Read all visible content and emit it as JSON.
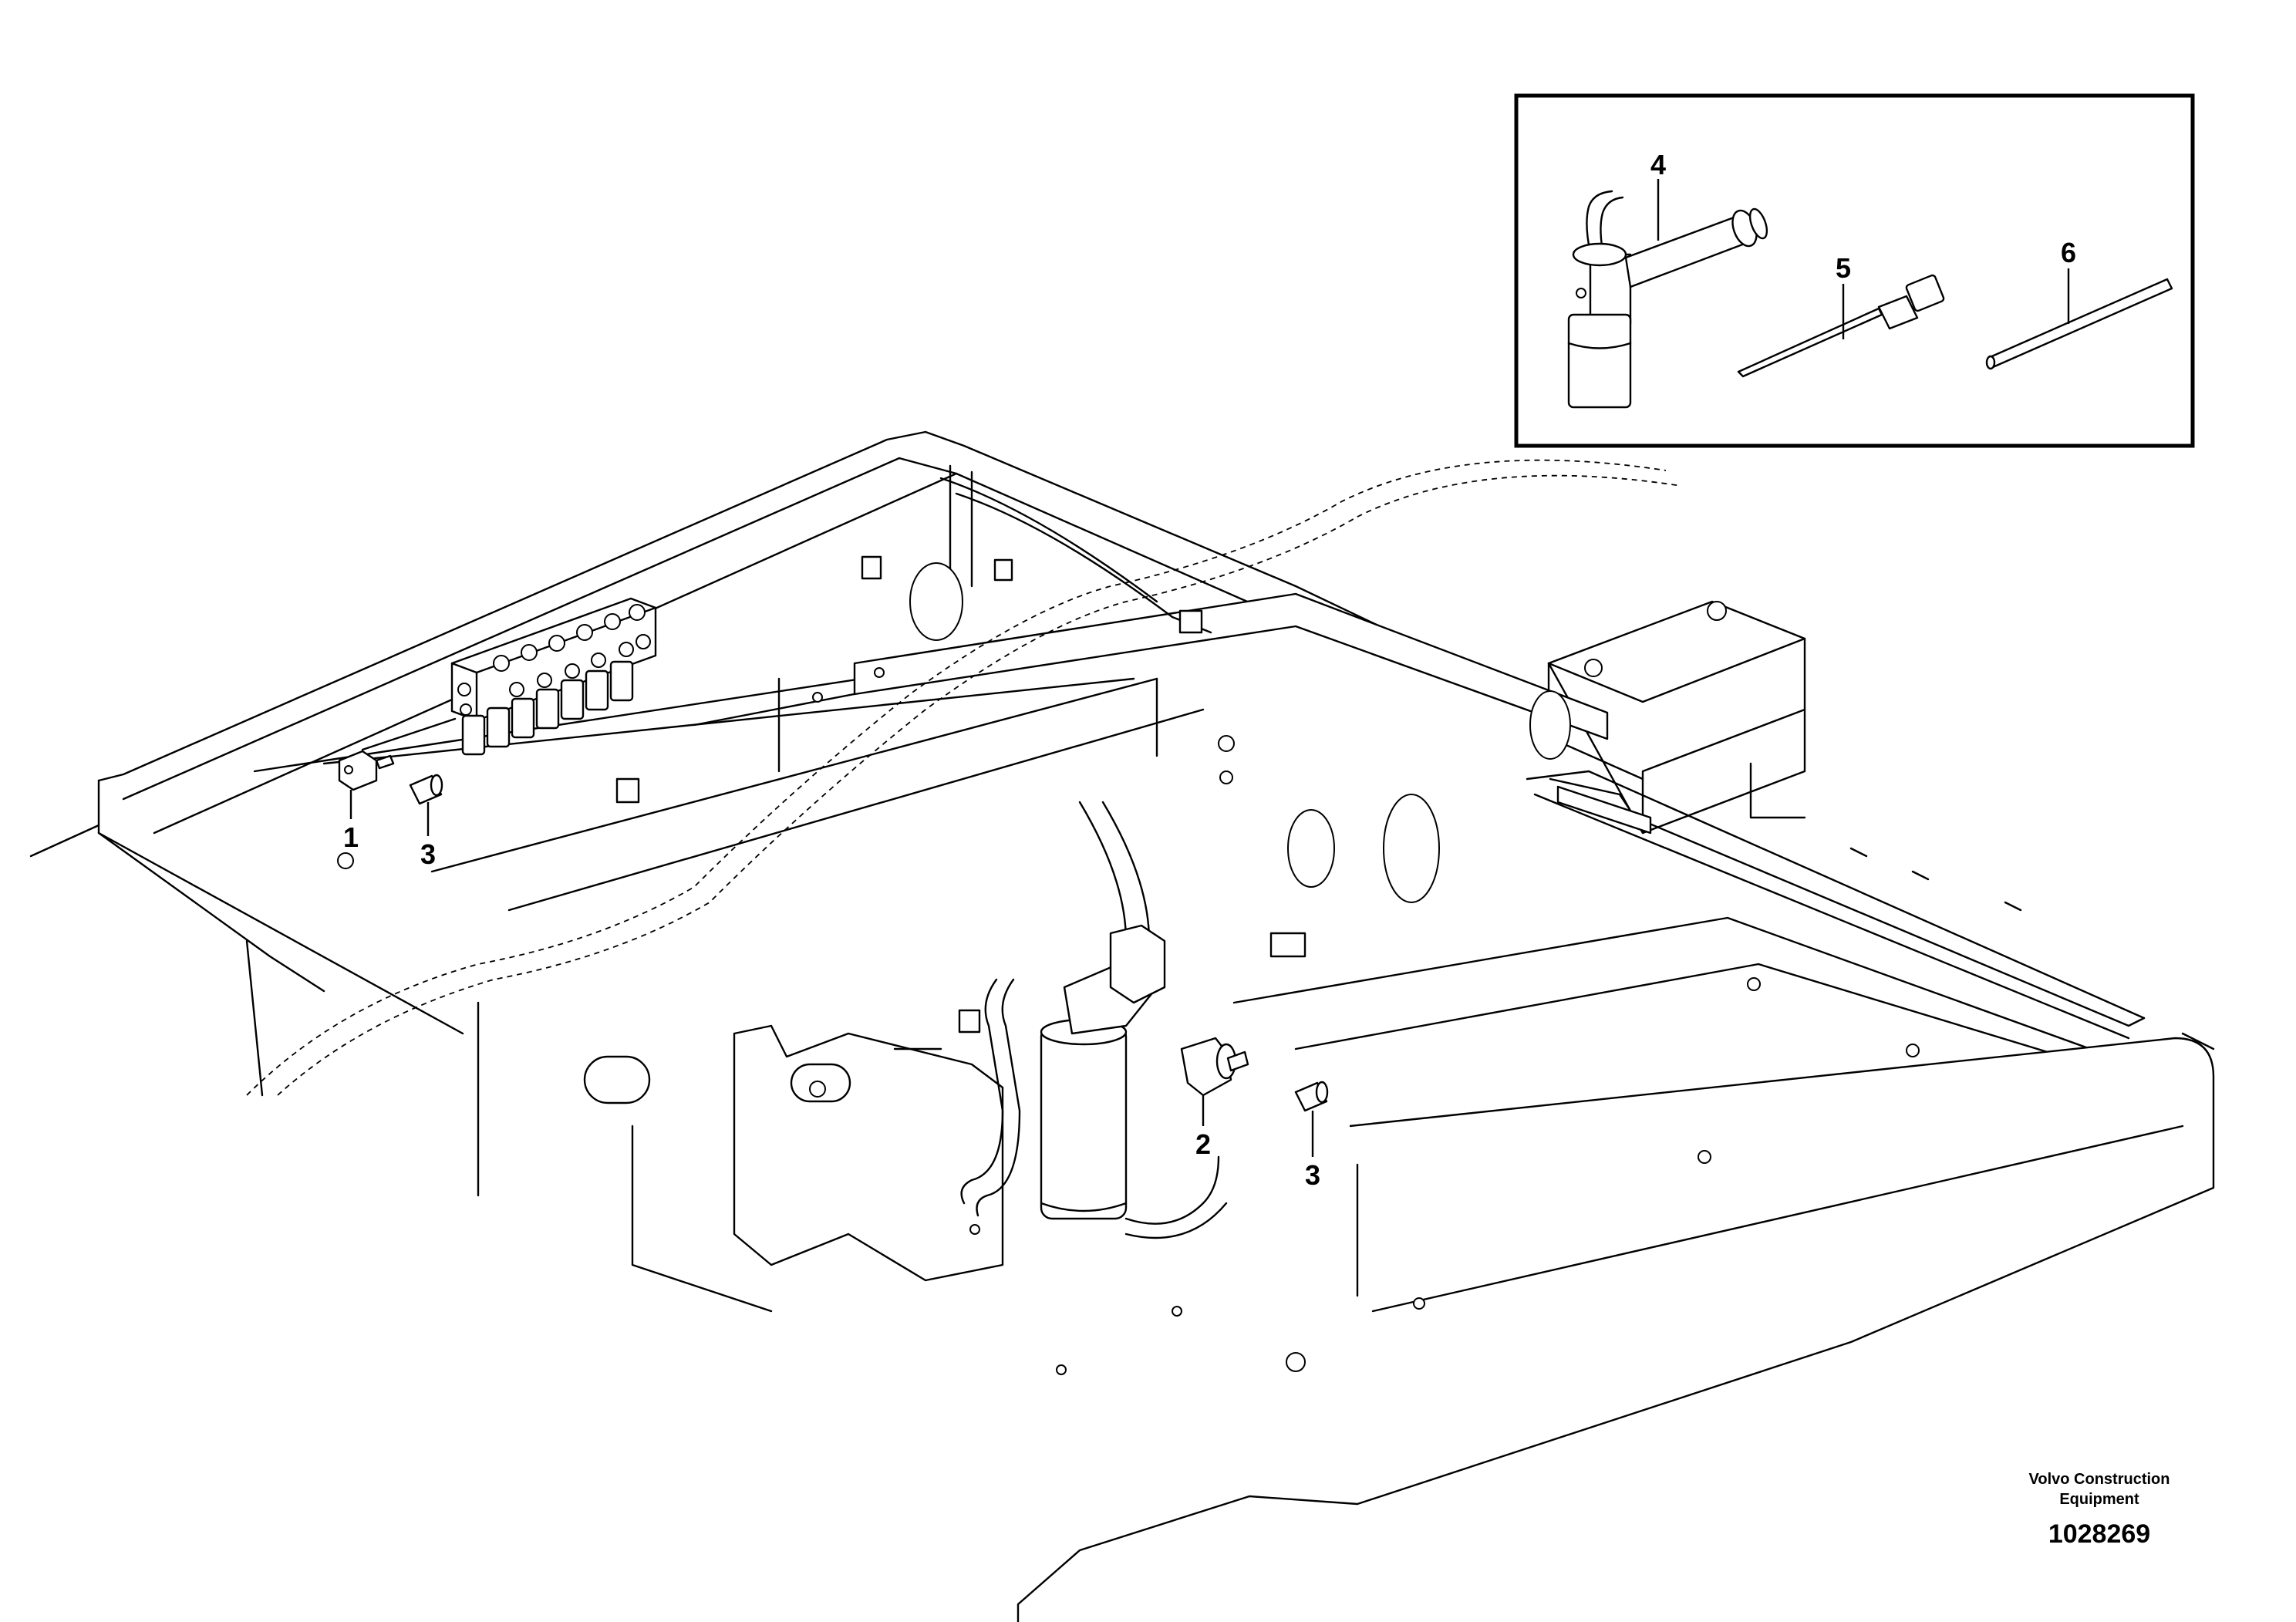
{
  "callouts": [
    {
      "id": "1",
      "label": "1"
    },
    {
      "id": "2",
      "label": "2"
    },
    {
      "id": "3a",
      "label": "3"
    },
    {
      "id": "3b",
      "label": "3"
    },
    {
      "id": "4",
      "label": "4"
    },
    {
      "id": "5",
      "label": "5"
    },
    {
      "id": "6",
      "label": "6"
    }
  ],
  "credit": {
    "line1": "Volvo Construction",
    "line2": "Equipment"
  },
  "document_number": "1028269"
}
